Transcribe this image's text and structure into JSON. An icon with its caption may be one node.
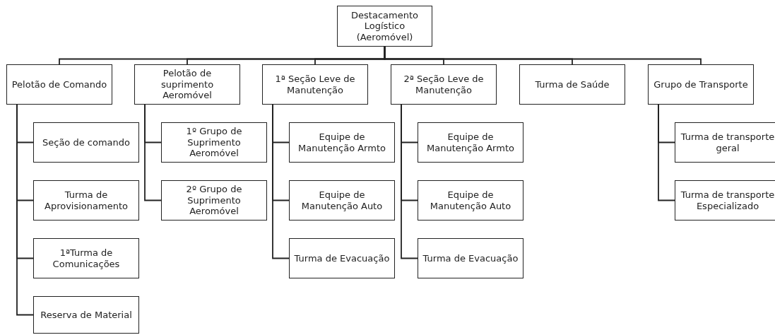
{
  "diagram": {
    "nodes": [
      {
        "text": [
          "Destacamento Logístico (Aeromóvel)"
        ]
      },
      {
        "text": [
          "Pelotão de Comando"
        ]
      },
      {
        "text": [
          "Seção de comando"
        ]
      },
      {
        "text": [
          "Turma de Aprovisionamento"
        ]
      },
      {
        "text": [
          "1ªTurma de Comunicações"
        ]
      },
      {
        "text": [
          "Reserva de Material"
        ]
      },
      {
        "text": [
          "Pelotão de suprimento Aeromóvel"
        ]
      },
      {
        "text": [
          "1º Grupo de Suprimento Aeromóvel"
        ]
      },
      {
        "text": [
          "2º Grupo de Suprimento Aeromóvel"
        ]
      },
      {
        "text": [
          "1ª Seção Leve de Manutenção"
        ]
      },
      {
        "text": [
          "Equipe de Manutenção Armto"
        ]
      },
      {
        "text": [
          "Equipe de Manutenção Auto"
        ]
      },
      {
        "text": [
          "Turma de Evacuação"
        ]
      },
      {
        "text": [
          "2ª Seção Leve de Manutenção"
        ]
      },
      {
        "text": [
          "Equipe de Manutenção Armto"
        ]
      },
      {
        "text": [
          "Equipe de Manutenção Auto"
        ]
      },
      {
        "text": [
          "Turma de Evacuação"
        ]
      },
      {
        "text": [
          "Turma de Saúde"
        ]
      },
      {
        "text": [
          "Grupo de Transporte"
        ]
      },
      {
        "text": [
          "Turma de transporte geral"
        ]
      },
      {
        "text": [
          "Turma de transporte Especializado"
        ]
      }
    ],
    "edges": [
      {
        "from": 0,
        "to": 1,
        "arrow": "none"
      },
      {
        "from": 0,
        "to": 6,
        "arrow": "none"
      },
      {
        "from": 0,
        "to": 9,
        "arrow": "none"
      },
      {
        "from": 0,
        "to": 13,
        "arrow": "none"
      },
      {
        "from": 0,
        "to": 17,
        "arrow": "none"
      },
      {
        "from": 0,
        "to": 18,
        "arrow": "none"
      },
      {
        "from": 1,
        "to": 2,
        "arrow": "none"
      },
      {
        "from": 1,
        "to": 3,
        "arrow": "none"
      },
      {
        "from": 1,
        "to": 4,
        "arrow": "none"
      },
      {
        "from": 1,
        "to": 5,
        "arrow": "none"
      },
      {
        "from": 6,
        "to": 7,
        "arrow": "none"
      },
      {
        "from": 6,
        "to": 8,
        "arrow": "none"
      },
      {
        "from": 9,
        "to": 10,
        "arrow": "none"
      },
      {
        "from": 9,
        "to": 11,
        "arrow": "none"
      },
      {
        "from": 9,
        "to": 12,
        "arrow": "none"
      },
      {
        "from": 13,
        "to": 14,
        "arrow": "none"
      },
      {
        "from": 13,
        "to": 15,
        "arrow": "none"
      },
      {
        "from": 13,
        "to": 16,
        "arrow": "none"
      },
      {
        "from": 18,
        "to": 19,
        "arrow": "none"
      },
      {
        "from": 18,
        "to": 20,
        "arrow": "none"
      }
    ]
  }
}
